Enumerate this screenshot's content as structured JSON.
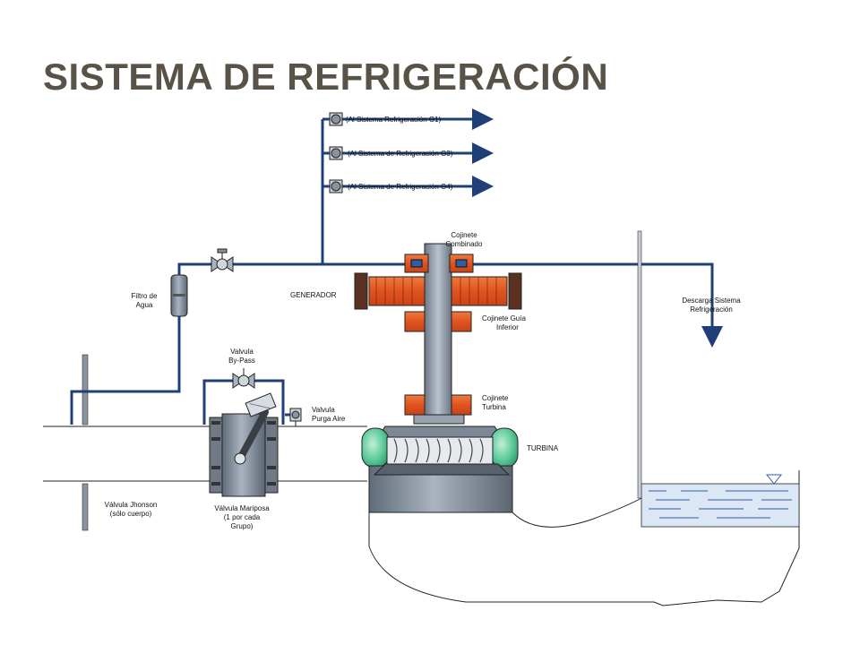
{
  "title": "SISTEMA DE REFRIGERACIÓN",
  "colors": {
    "pipe": "#1f3f78",
    "coil": "#e0531f",
    "metal": "#7d8896",
    "water": "#dbe7f5",
    "green": "#5cc99a",
    "title": "#595246"
  },
  "labels": {
    "g1": "(Al Sistema Refrigeración G1)",
    "g3": "(Al Sistema de Refrigeración G3)",
    "g4": "(Al Sistema de Refrigeración G4)",
    "cojinete_combinado_1": "Cojinete",
    "cojinete_combinado_2": "Combinado",
    "generador": "GENERADOR",
    "filtro_1": "Filtro de",
    "filtro_2": "Agua",
    "guia_1": "Cojinete Guía",
    "guia_2": "Inferior",
    "descarga_1": "Descarga Sistema",
    "descarga_2": "Refrigeración",
    "bypass_1": "Valvula",
    "bypass_2": "By-Pass",
    "purga_1": "Valvula",
    "purga_2": "Purga Aire",
    "turbina_cj_1": "Cojinete",
    "turbina_cj_2": "Turbina",
    "turbina": "TURBINA",
    "jhonson_1": "Válvula Jhonson",
    "jhonson_2": "(sólo cuerpo)",
    "mariposa_1": "Válvula Mariposa",
    "mariposa_2": "(1 por cada",
    "mariposa_3": "Grupo)"
  }
}
